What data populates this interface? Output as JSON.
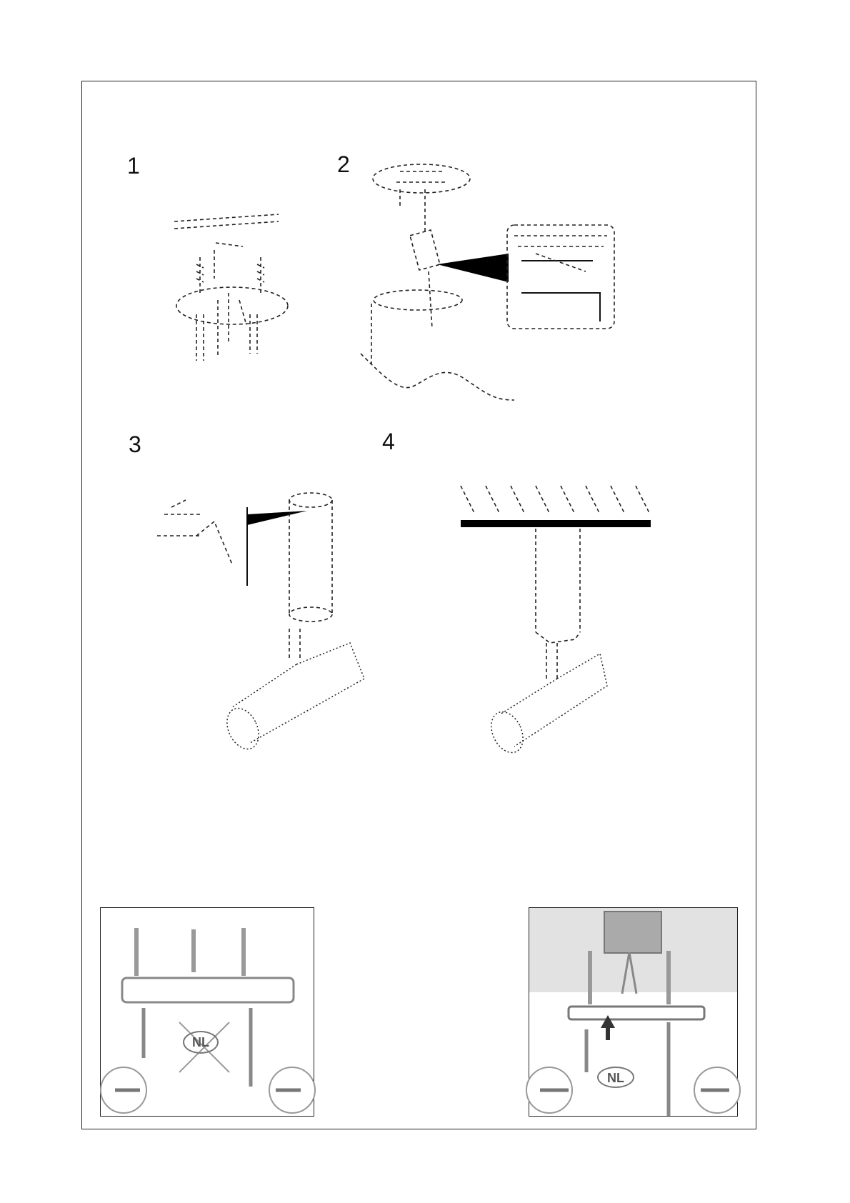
{
  "steps": [
    {
      "number": "1"
    },
    {
      "number": "2"
    },
    {
      "number": "3"
    },
    {
      "number": "4"
    }
  ],
  "badges": {
    "left": "NL",
    "right": "NL"
  }
}
